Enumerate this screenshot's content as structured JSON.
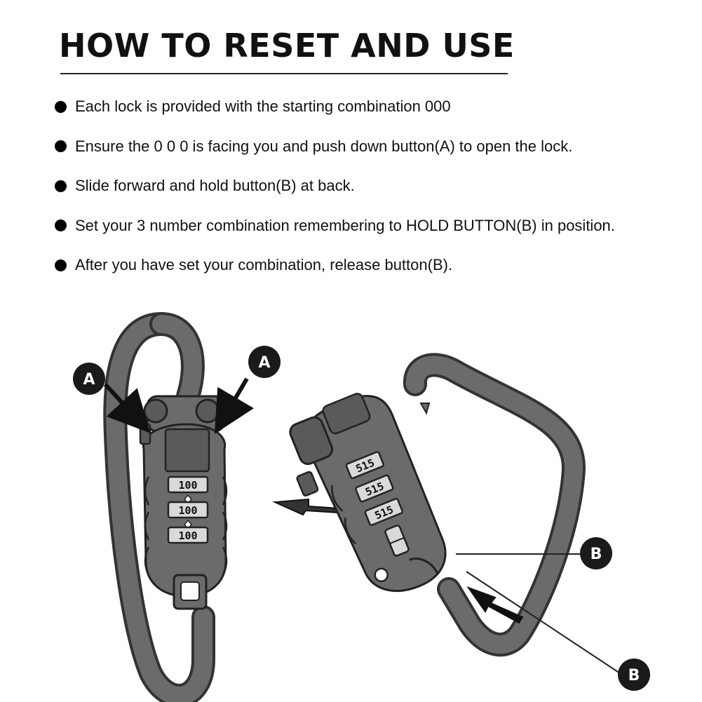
{
  "title": "HOW TO RESET AND USE",
  "steps": [
    "Each lock is provided with the starting combination 000",
    "Ensure the 0 0 0 is facing you and push down button(A) to open the lock.",
    "Slide forward and hold button(B) at back.",
    "Set your 3 number combination remembering to HOLD BUTTON(B) in position.",
    "After you have set your combination, release button(B)."
  ],
  "labels": {
    "button_a_left": "A",
    "button_a_right": "A",
    "button_b_upper": "B",
    "button_b_lower": "B"
  },
  "dials": {
    "front": [
      "100",
      "100",
      "100"
    ],
    "back": [
      "515",
      "515",
      "515"
    ]
  },
  "icons": [
    "bullet-dot",
    "arrow-pointer",
    "carabiner-lock"
  ],
  "colors": {
    "ink": "#111111",
    "badge": "#1a1a1a",
    "metal": "#5a5a5a"
  }
}
